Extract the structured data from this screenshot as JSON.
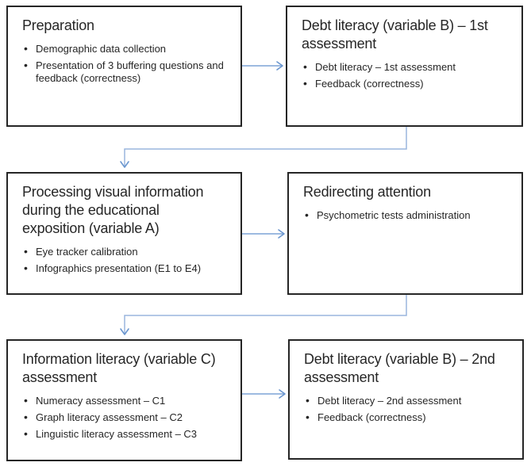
{
  "diagram": {
    "boxes": [
      {
        "id": "preparation",
        "title": "Preparation",
        "bullets": [
          "Demographic data collection",
          "Presentation of 3 buffering questions and feedback (correctness)"
        ]
      },
      {
        "id": "debt-literacy-1st",
        "title": "Debt literacy (variable B) – 1st\nassessment",
        "bullets": [
          "Debt literacy – 1st assessment",
          "Feedback (correctness)"
        ]
      },
      {
        "id": "processing-visual-information",
        "title": "Processing visual information\nduring the educational\nexposition (variable A)",
        "bullets": [
          "Eye tracker calibration",
          "Infographics presentation (E1 to E4)"
        ]
      },
      {
        "id": "redirecting-attention",
        "title": "Redirecting attention",
        "bullets": [
          "Psychometric tests administration"
        ]
      },
      {
        "id": "information-literacy",
        "title": "Information literacy (variable C)\nassessment",
        "bullets": [
          "Numeracy assessment – C1",
          "Graph literacy assessment – C2",
          "Linguistic literacy assessment – C3"
        ]
      },
      {
        "id": "debt-literacy-2nd",
        "title": "Debt literacy (variable B) – 2nd\nassessment",
        "bullets": [
          "Debt literacy – 2nd assessment",
          "Feedback (correctness)"
        ]
      }
    ],
    "connections": [
      {
        "from": "preparation",
        "to": "debt-literacy-1st"
      },
      {
        "from": "debt-literacy-1st",
        "to": "processing-visual-information"
      },
      {
        "from": "processing-visual-information",
        "to": "redirecting-attention"
      },
      {
        "from": "redirecting-attention",
        "to": "information-literacy"
      },
      {
        "from": "information-literacy",
        "to": "debt-literacy-2nd"
      }
    ],
    "colors": {
      "connector": "#7da3d6",
      "box_border": "#262626",
      "text": "#262626",
      "background": "#ffffff"
    }
  }
}
